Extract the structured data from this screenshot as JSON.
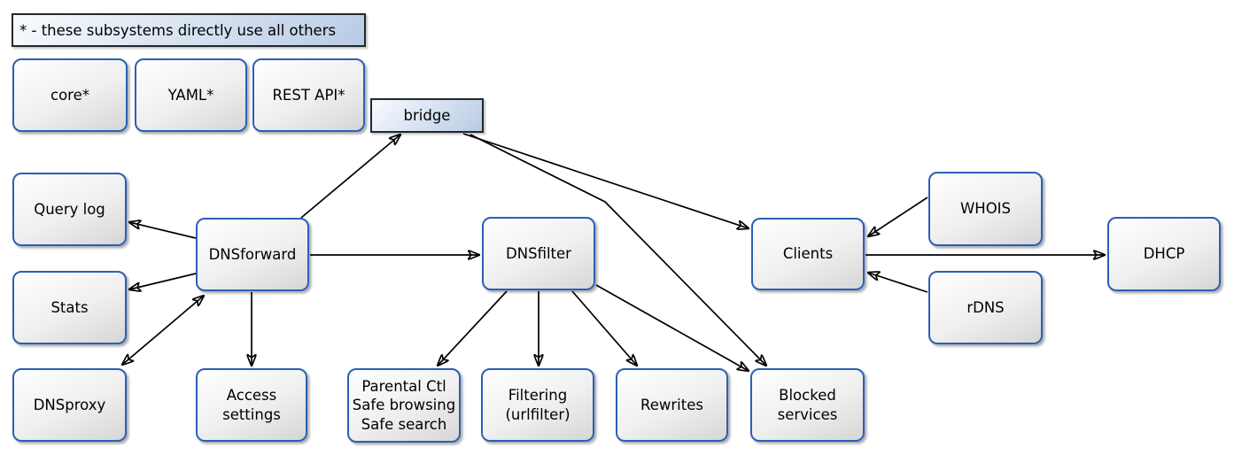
{
  "legend": {
    "label": "* - these subsystems directly use all others"
  },
  "nodes": {
    "core": {
      "label": "core*"
    },
    "yaml": {
      "label": "YAML*"
    },
    "rest_api": {
      "label": "REST API*"
    },
    "bridge": {
      "label": "bridge"
    },
    "query_log": {
      "label": "Query log"
    },
    "stats": {
      "label": "Stats"
    },
    "dnsproxy": {
      "label": "DNSproxy"
    },
    "dnsforward": {
      "label": "DNSforward"
    },
    "access_settings": {
      "label": "Access\nsettings"
    },
    "dnsfilter": {
      "label": "DNSfilter"
    },
    "parental": {
      "label": "Parental Ctl\nSafe browsing\nSafe search"
    },
    "filtering": {
      "label": "Filtering\n(urlfilter)"
    },
    "rewrites": {
      "label": "Rewrites"
    },
    "blocked_services": {
      "label": "Blocked\nservices"
    },
    "clients": {
      "label": "Clients"
    },
    "whois": {
      "label": "WHOIS"
    },
    "rdns": {
      "label": "rDNS"
    },
    "dhcp": {
      "label": "DHCP"
    }
  },
  "edges": [
    {
      "from": "DNSforward",
      "to": "bridge",
      "bidirectional": false
    },
    {
      "from": "bridge",
      "to": "Clients",
      "bidirectional": false
    },
    {
      "from": "bridge",
      "to": "Blocked services",
      "bidirectional": false
    },
    {
      "from": "DNSforward",
      "to": "Query log",
      "bidirectional": false
    },
    {
      "from": "DNSforward",
      "to": "Stats",
      "bidirectional": false
    },
    {
      "from": "DNSforward",
      "to": "DNSproxy",
      "bidirectional": true
    },
    {
      "from": "DNSforward",
      "to": "Access settings",
      "bidirectional": false
    },
    {
      "from": "DNSforward",
      "to": "DNSfilter",
      "bidirectional": false
    },
    {
      "from": "DNSfilter",
      "to": "Parental Ctl Safe browsing Safe search",
      "bidirectional": false
    },
    {
      "from": "DNSfilter",
      "to": "Filtering (urlfilter)",
      "bidirectional": false
    },
    {
      "from": "DNSfilter",
      "to": "Rewrites",
      "bidirectional": false
    },
    {
      "from": "DNSfilter",
      "to": "Blocked services",
      "bidirectional": false
    },
    {
      "from": "WHOIS",
      "to": "Clients",
      "bidirectional": false
    },
    {
      "from": "rDNS",
      "to": "Clients",
      "bidirectional": false
    },
    {
      "from": "Clients",
      "to": "DHCP",
      "bidirectional": false
    }
  ],
  "colors": {
    "node_border": "#2b5fb7",
    "node_fill_top": "#ffffff",
    "node_fill_bottom": "#d6d6d6",
    "blue_box_fill_top": "#f9fbfe",
    "blue_box_fill_bottom": "#b8cbe5",
    "blue_box_border": "#23272d",
    "edge_color": "#000000",
    "background": "#ffffff",
    "text": "#000000"
  }
}
